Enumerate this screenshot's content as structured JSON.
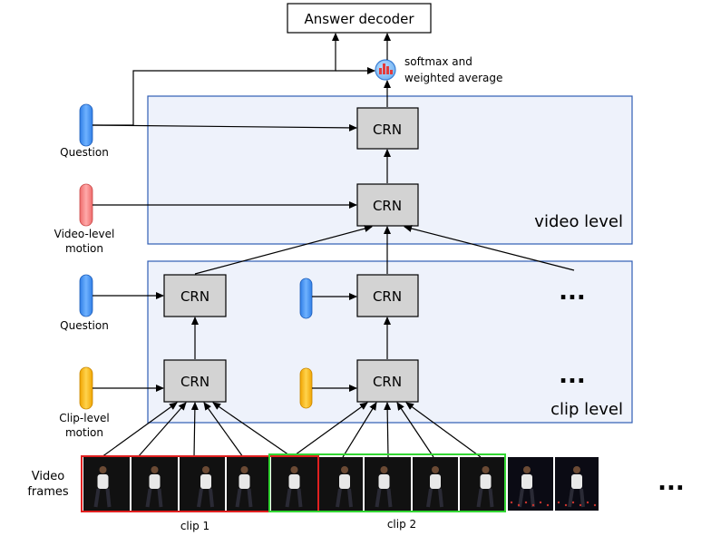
{
  "answer_decoder": "Answer decoder",
  "softmax": {
    "line1": "softmax and",
    "line2": "weighted average"
  },
  "levels": {
    "video": "video level",
    "clip": "clip level"
  },
  "crn": "CRN",
  "inputs": {
    "question_top": "Question",
    "video_motion_1": "Video-level",
    "video_motion_2": "motion",
    "question_clip": "Question",
    "clip_motion_1": "Clip-level",
    "clip_motion_2": "motion"
  },
  "frames": {
    "line1": "Video",
    "line2": "frames"
  },
  "clips": {
    "clip1": "clip 1",
    "clip2": "clip 2"
  },
  "ellipsis": "...",
  "colors": {
    "panel_fill": "#eef2fb",
    "panel_stroke": "#2f5db5",
    "crn_fill": "#d3d3d3",
    "question": "#3d8ef0",
    "video_motion": "#f47f7f",
    "clip_motion": "#f6b61c",
    "clip1_box": "#e02020",
    "clip2_box": "#33d633"
  }
}
